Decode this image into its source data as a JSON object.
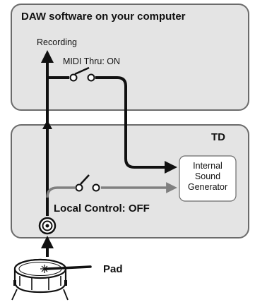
{
  "daw_box": {
    "title": "DAW software on your computer",
    "recording_label": "Recording",
    "midi_thru_label": "MIDI Thru: ON"
  },
  "td_box": {
    "title": "TD",
    "sound_generator_lines": [
      "Internal",
      "Sound",
      "Generator"
    ],
    "local_control_label": "Local Control: OFF"
  },
  "pad": {
    "label": "Pad"
  },
  "colors": {
    "box_fill": "#e4e4e4",
    "box_border": "#6b6b6b",
    "active_path": "#111111",
    "inactive_path": "#808080",
    "generator_fill": "#ffffff"
  }
}
